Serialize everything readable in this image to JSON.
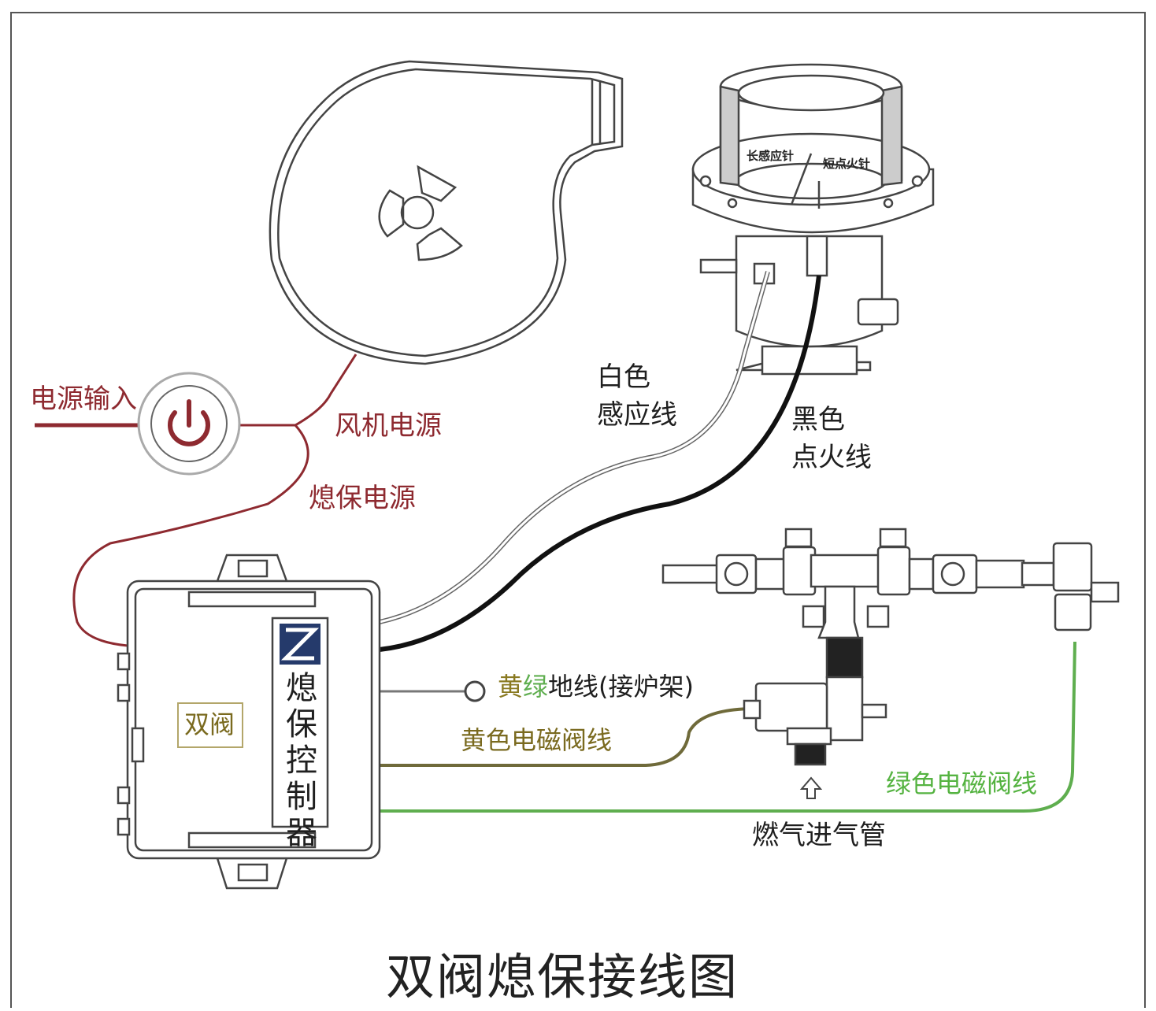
{
  "labels": {
    "power_input": "电源输入",
    "fan_power": "风机电源",
    "protect_power": "熄保电源",
    "white_line_1": "白色",
    "white_line_2": "感应线",
    "black_line_1": "黑色",
    "black_line_2": "点火线",
    "long_needle": "长感应针",
    "short_needle": "短点火针",
    "ground_yellow": "黄",
    "ground_green": "绿",
    "ground_rest": "地线(接炉架)",
    "yellow_valve_line": "黄色电磁阀线",
    "green_valve_line": "绿色电磁阀线",
    "gas_inlet": "燃气进气管",
    "double_valve": "双阀",
    "controller": "熄保控制器",
    "title": "双阀熄保接线图"
  },
  "colors": {
    "red_wire": "#8e2a30",
    "white_wire": "#ffffff",
    "black_wire": "#111111",
    "yellow_wire": "#6f6a3a",
    "green_wire": "#5fae4f",
    "outline": "#444444",
    "logo_blue": "#253a6b"
  },
  "icons": {
    "power": "power-icon",
    "fan": "fan-blower-icon",
    "burner": "burner-icon",
    "valve": "solenoid-valve-icon",
    "arrow": "arrow-up-icon",
    "logo": "controller-logo-icon"
  }
}
